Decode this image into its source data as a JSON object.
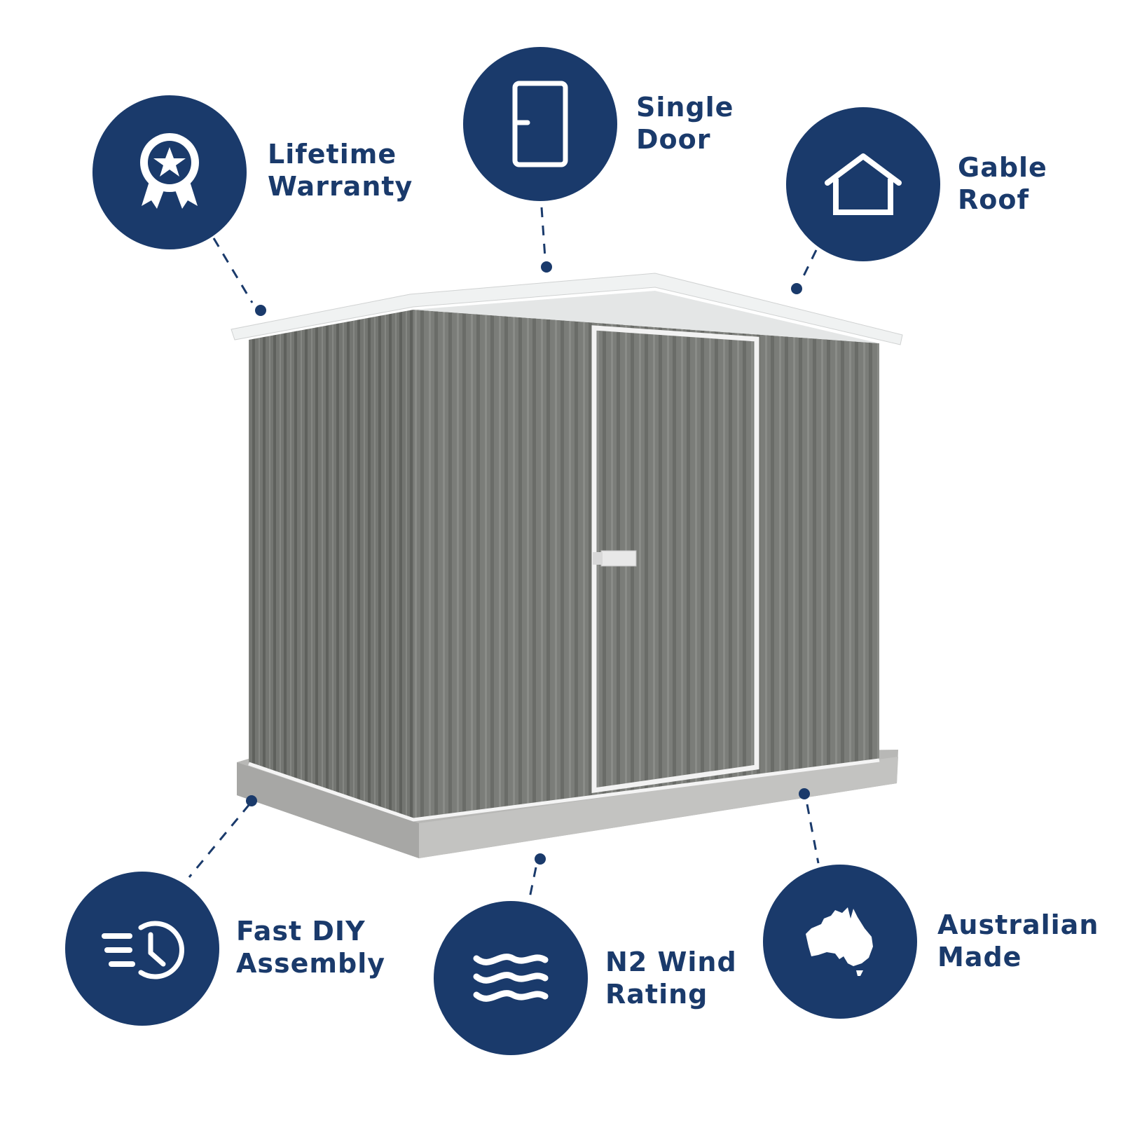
{
  "colors": {
    "brand_navy": "#1a3a6b",
    "shed_grey": "#7a7c78",
    "roof_white": "#eef0f0",
    "slab_grey": "#b7b7b5"
  },
  "product_image": {
    "subject": "metal garden shed",
    "icon": "shed-illustration"
  },
  "features": [
    {
      "id": "lifetime-warranty",
      "icon": "award-ribbon-star-icon",
      "line1": "Lifetime",
      "line2": "Warranty"
    },
    {
      "id": "single-door",
      "icon": "door-icon",
      "line1": "Single",
      "line2": "Door"
    },
    {
      "id": "gable-roof",
      "icon": "house-icon",
      "line1": "Gable",
      "line2": "Roof"
    },
    {
      "id": "fast-diy-assembly",
      "icon": "fast-clock-icon",
      "line1": "Fast DIY",
      "line2": "Assembly"
    },
    {
      "id": "n2-wind-rating",
      "icon": "wind-waves-icon",
      "line1": "N2 Wind",
      "line2": "Rating"
    },
    {
      "id": "australian-made",
      "icon": "australia-map-icon",
      "line1": "Australian",
      "line2": "Made"
    }
  ]
}
